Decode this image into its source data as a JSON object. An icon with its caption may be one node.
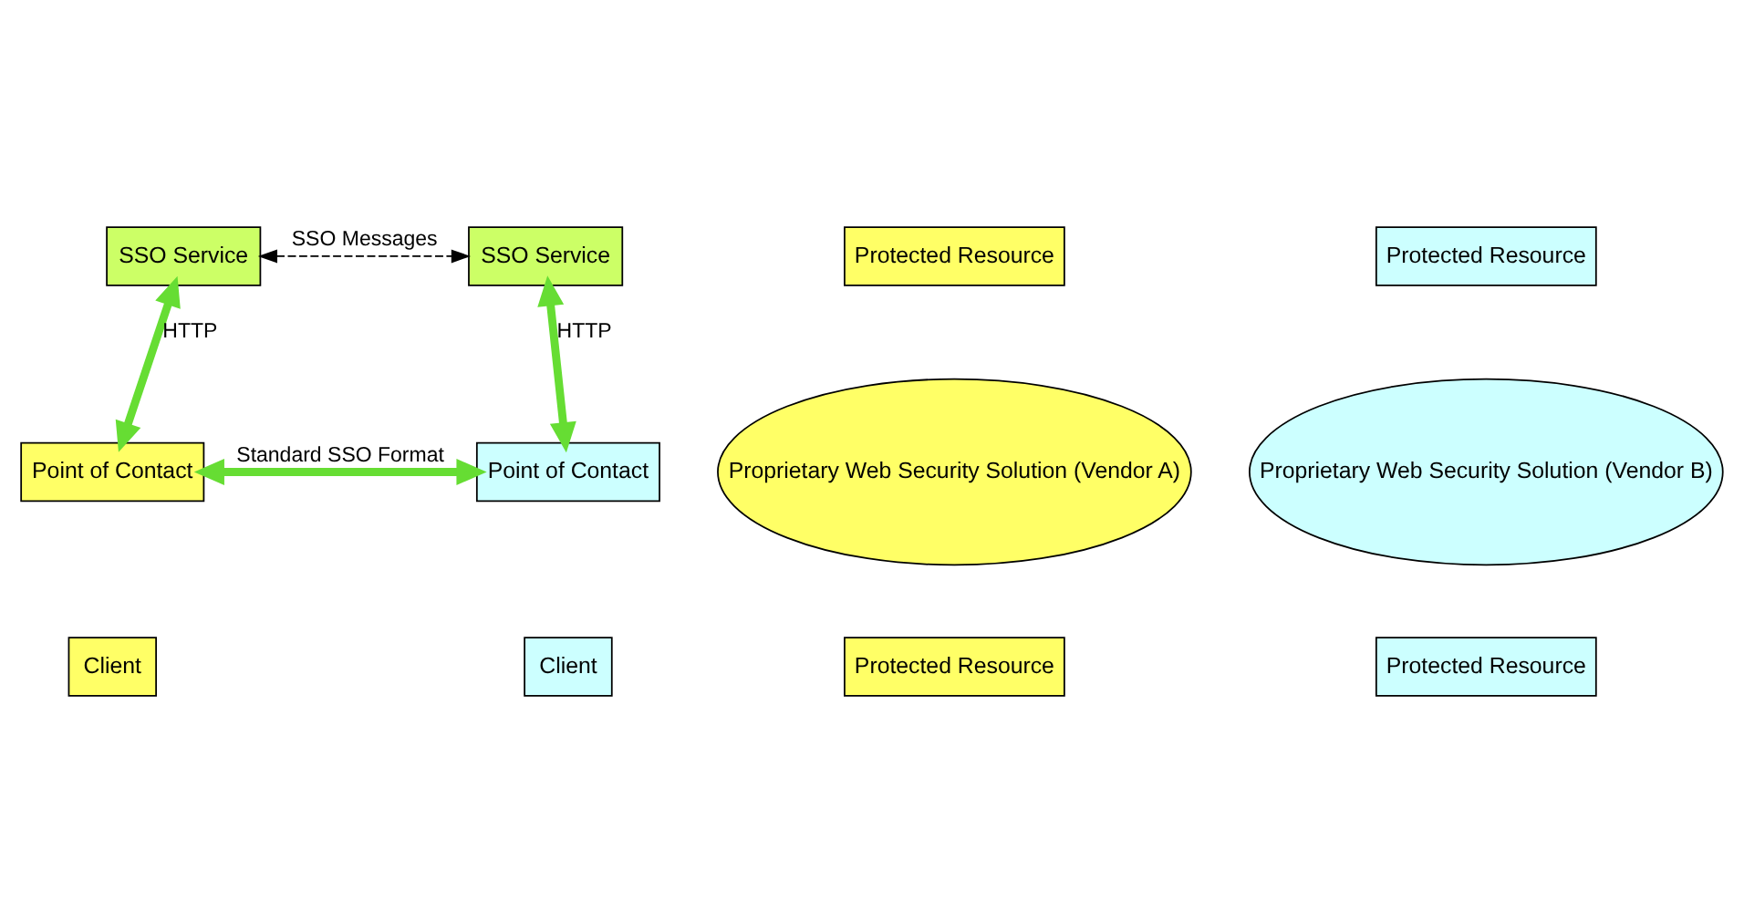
{
  "diagram": {
    "nodes": [
      {
        "text": [
          "SSO Service"
        ]
      },
      {
        "text": [
          "SSO Service"
        ]
      },
      {
        "text": [
          "Protected Resource"
        ]
      },
      {
        "text": [
          "Proprietary Web Security Solution (Vendor A)"
        ]
      },
      {
        "text": [
          "Point of Contact"
        ]
      },
      {
        "text": [
          "Protected Resource"
        ]
      },
      {
        "text": [
          "Client"
        ]
      },
      {
        "text": [
          "Proprietary Web Security Solution (Vendor B)"
        ]
      },
      {
        "text": [
          "Point of Contact"
        ]
      },
      {
        "text": [
          "Protected Resource"
        ]
      },
      {
        "text": [
          "Protected Resource"
        ]
      },
      {
        "text": [
          "Client"
        ]
      }
    ],
    "edges": [
      {
        "from": 0,
        "to": 1,
        "arrow": "both",
        "label": "SSO Messages",
        "style": "dashed",
        "color": "#000000"
      },
      {
        "from": 0,
        "to": 4,
        "arrow": "both",
        "label": "HTTP"
      },
      {
        "from": 1,
        "to": 8,
        "arrow": "both",
        "label": "HTTP"
      },
      {
        "from": 4,
        "to": 8,
        "arrow": "both",
        "label": "Standard SSO Format"
      }
    ]
  }
}
